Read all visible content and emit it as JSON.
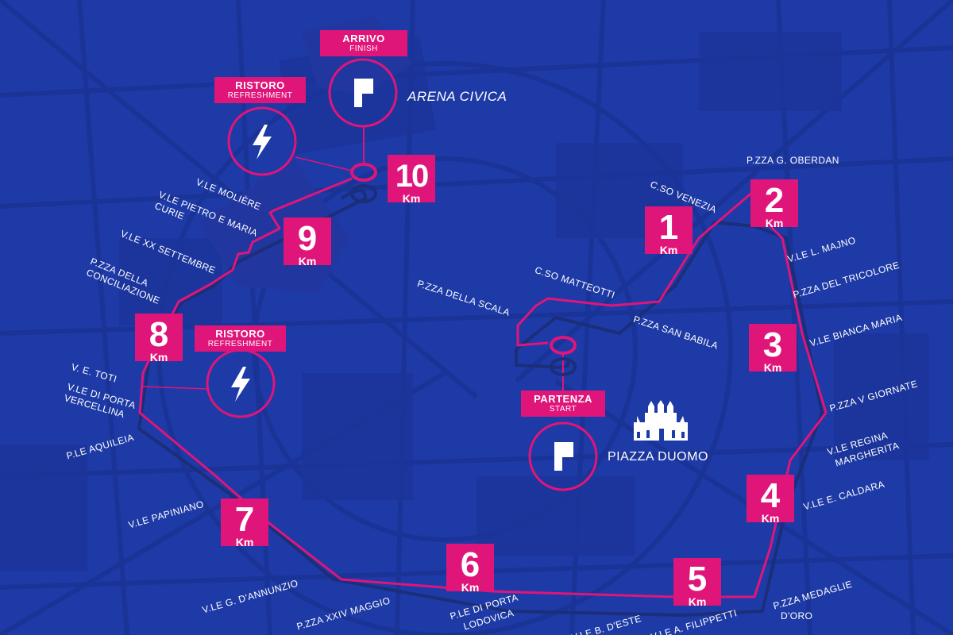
{
  "colors": {
    "background": "#1e3aa6",
    "route": "#e0157a",
    "text": "#ffffff"
  },
  "markers": {
    "finish": {
      "title": "ARRIVO",
      "subtitle": "FINISH",
      "place": "ARENA CIVICA",
      "icon": "flag-icon"
    },
    "start": {
      "title": "PARTENZA",
      "subtitle": "START",
      "place": "PIAZZA DUOMO",
      "icon": "flag-icon"
    },
    "refreshment_1": {
      "title": "RISTORO",
      "subtitle": "REFRESHMENT",
      "icon": "lightning-icon"
    },
    "refreshment_2": {
      "title": "RISTORO",
      "subtitle": "REFRESHMENT",
      "icon": "lightning-icon"
    }
  },
  "km_markers": [
    {
      "number": "1",
      "unit": "Km"
    },
    {
      "number": "2",
      "unit": "Km"
    },
    {
      "number": "3",
      "unit": "Km"
    },
    {
      "number": "4",
      "unit": "Km"
    },
    {
      "number": "5",
      "unit": "Km"
    },
    {
      "number": "6",
      "unit": "Km"
    },
    {
      "number": "7",
      "unit": "Km"
    },
    {
      "number": "8",
      "unit": "Km"
    },
    {
      "number": "9",
      "unit": "Km"
    },
    {
      "number": "10",
      "unit": "Km"
    }
  ],
  "streets": [
    "P.ZZA G. OBERDAN",
    "C.SO VENEZIA",
    "V.LE L. MAJNO",
    "P.ZZA DEL TRICOLORE",
    "V.LE BIANCA MARIA",
    "P.ZZA V GIORNATE",
    "V.LE REGINA",
    "MARGHERITA",
    "V.LE E. CALDARA",
    "P.ZZA MEDAGLIE",
    "D'ORO",
    "V.LE A. FILIPPETTI",
    "V.LE B. D'ESTE",
    "P.LE DI PORTA",
    "LODOVICA",
    "P.ZZA XXIV MAGGIO",
    "V.LE G. D'ANNUNZIO",
    "V.LE PAPINIANO",
    "P.LE AQUILEIA",
    "V.LE DI PORTA",
    "VERCELLINA",
    "V. E. TOTI",
    "P.ZZA DELLA",
    "CONCILIAZIONE",
    "V.LE XX SETTEMBRE",
    "V.LE PIETRO E MARIA",
    "CURIE",
    "V.LE MOLIÈRE",
    "C.SO MATTEOTTI",
    "P.ZZA DELLA SCALA",
    "P.ZZA SAN BABILA"
  ]
}
